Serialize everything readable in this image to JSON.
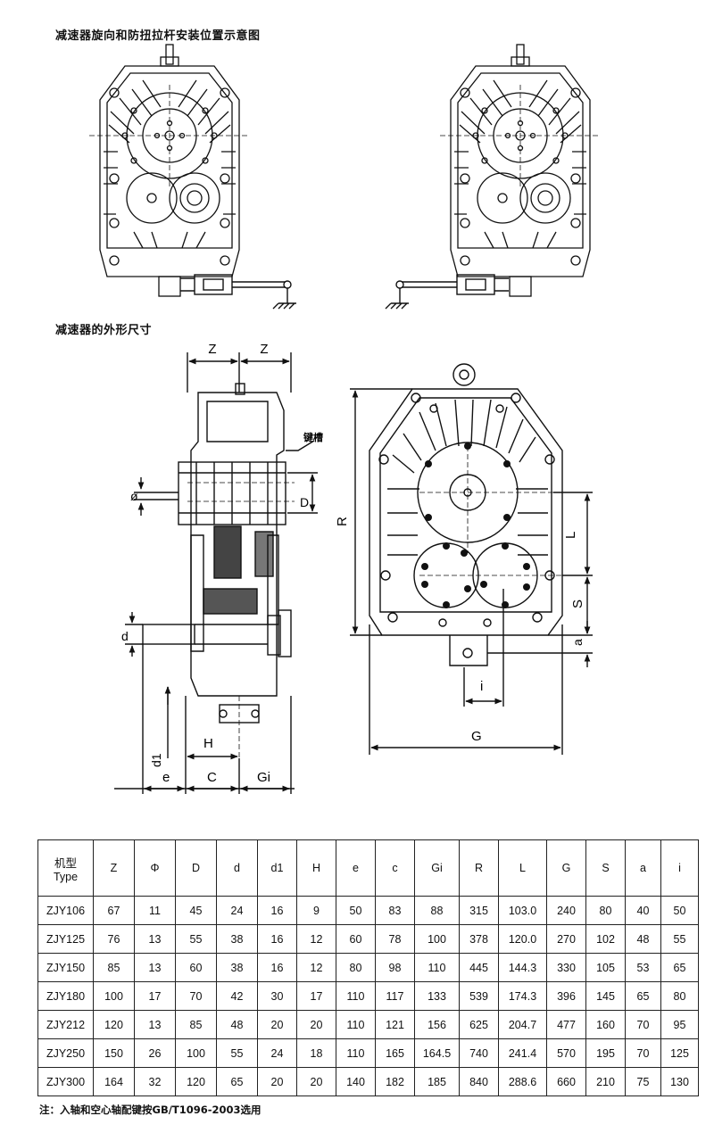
{
  "headings": {
    "rotation": "减速器旋向和防扭拉杆安装位置示意图",
    "dimensions": "减速器的外形尺寸"
  },
  "drawing_labels": {
    "Z_left": "Z",
    "Z_right": "Z",
    "phi": "ø",
    "D": "D",
    "keyway": "键槽",
    "d": "d",
    "d1": "d1",
    "H": "H",
    "e": "e",
    "C": "C",
    "Gi": "Gi",
    "R": "R",
    "L": "L",
    "S": "S",
    "a": "a",
    "i": "i",
    "G": "G"
  },
  "table": {
    "headers": [
      "机型\nType",
      "Z",
      "Φ",
      "D",
      "d",
      "d1",
      "H",
      "e",
      "c",
      "Gi",
      "R",
      "L",
      "G",
      "S",
      "a",
      "i"
    ],
    "rows": [
      [
        "ZJY106",
        "67",
        "11",
        "45",
        "24",
        "16",
        "9",
        "50",
        "83",
        "88",
        "315",
        "103.0",
        "240",
        "80",
        "40",
        "50"
      ],
      [
        "ZJY125",
        "76",
        "13",
        "55",
        "38",
        "16",
        "12",
        "60",
        "78",
        "100",
        "378",
        "120.0",
        "270",
        "102",
        "48",
        "55"
      ],
      [
        "ZJY150",
        "85",
        "13",
        "60",
        "38",
        "16",
        "12",
        "80",
        "98",
        "110",
        "445",
        "144.3",
        "330",
        "105",
        "53",
        "65"
      ],
      [
        "ZJY180",
        "100",
        "17",
        "70",
        "42",
        "30",
        "17",
        "110",
        "117",
        "133",
        "539",
        "174.3",
        "396",
        "145",
        "65",
        "80"
      ],
      [
        "ZJY212",
        "120",
        "13",
        "85",
        "48",
        "20",
        "20",
        "110",
        "121",
        "156",
        "625",
        "204.7",
        "477",
        "160",
        "70",
        "95"
      ],
      [
        "ZJY250",
        "150",
        "26",
        "100",
        "55",
        "24",
        "18",
        "110",
        "165",
        "164.5",
        "740",
        "241.4",
        "570",
        "195",
        "70",
        "125"
      ],
      [
        "ZJY300",
        "164",
        "32",
        "120",
        "65",
        "20",
        "20",
        "140",
        "182",
        "185",
        "840",
        "288.6",
        "660",
        "210",
        "75",
        "130"
      ]
    ]
  },
  "note": "注：入轴和空心轴配键按GB/T1096-2003选用"
}
